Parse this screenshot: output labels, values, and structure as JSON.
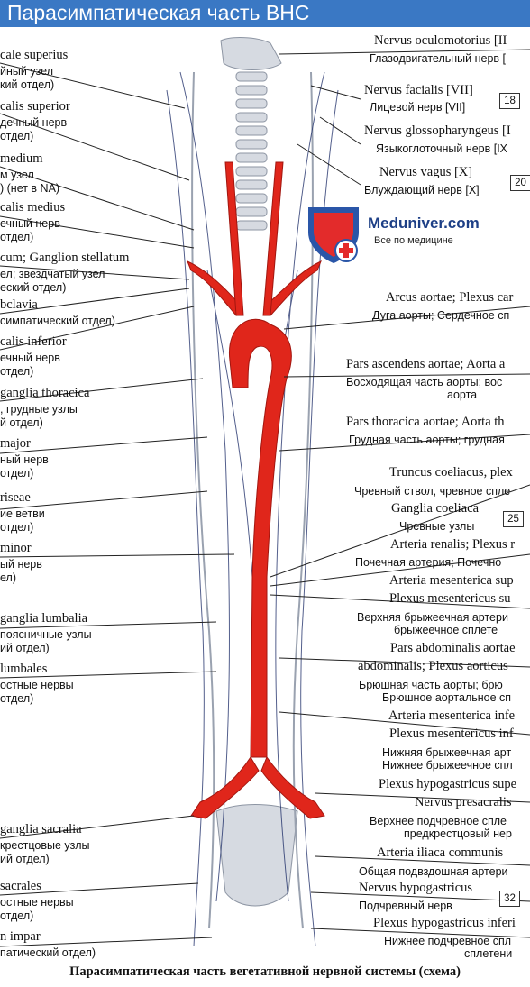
{
  "header": {
    "title": "Парасимпатическая часть ВНС"
  },
  "watermark": {
    "name": "Meduniver.com",
    "tagline": "Все по медицине"
  },
  "left_labels": [
    {
      "id": "l1",
      "latin": "cale superius",
      "ru1": "йный узел",
      "ru2": "кий отдел)"
    },
    {
      "id": "l2",
      "latin": "calis superior",
      "ru1": "дечный нерв",
      "ru2": "отдел)"
    },
    {
      "id": "l3",
      "latin": "medium",
      "ru1": "м узел",
      "ru2": ") (нет в NA)"
    },
    {
      "id": "l4",
      "latin": "calis medius",
      "ru1": "ечный нерв",
      "ru2": "отдел)"
    },
    {
      "id": "l5",
      "latin": "cum; Ganglion stellatum",
      "ru1": "ел; звездчатый узел",
      "ru2": "еский отдел)"
    },
    {
      "id": "l6",
      "latin": "bclavia",
      "ru1": "симпатический отдел)"
    },
    {
      "id": "l7",
      "latin": "calis inferior",
      "ru1": "ечный нерв",
      "ru2": "отдел)"
    },
    {
      "id": "l8",
      "latin": "ganglia thoracica",
      "ru1": ", грудные узлы",
      "ru2": "й отдел)"
    },
    {
      "id": "l9",
      "latin": "major",
      "ru1": "ный нерв",
      "ru2": "отдел)"
    },
    {
      "id": "l10",
      "latin": "riseae",
      "ru1": "ие ветви",
      "ru2": "отдел)"
    },
    {
      "id": "l11",
      "latin": "minor",
      "ru1": "ый нерв",
      "ru2": "ел)"
    },
    {
      "id": "l12",
      "latin": "ganglia lumbalia",
      "ru1": "поясничные узлы",
      "ru2": "ий отдел)"
    },
    {
      "id": "l13",
      "latin": "lumbales",
      "ru1": "остные нервы",
      "ru2": "отдел)"
    },
    {
      "id": "l14",
      "latin": "ganglia sacralia",
      "ru1": "крестцовые узлы",
      "ru2": "ий отдел)"
    },
    {
      "id": "l15",
      "latin": "sacrales",
      "ru1": "остные нервы",
      "ru2": "отдел)"
    },
    {
      "id": "l16",
      "latin": "n impar",
      "ru1": "патический отдел)"
    }
  ],
  "right_labels": [
    {
      "id": "r1",
      "latin": "Nervus oculomotorius [II",
      "ru": "Глазодвигательный нерв ["
    },
    {
      "id": "r2",
      "latin": "Nervus facialis [VII]",
      "ru": "Лицевой нерв [VII]",
      "box": "18"
    },
    {
      "id": "r3",
      "latin": "Nervus glossopharyngeus [I",
      "ru": "Языкоглоточный нерв [IX"
    },
    {
      "id": "r4",
      "latin": "Nervus vagus [X]",
      "ru": "Блуждающий нерв [X]",
      "box": "20"
    },
    {
      "id": "r5",
      "latin": "Arcus aortae; Plexus car",
      "ru": "Дуга аорты; Сердечное сп"
    },
    {
      "id": "r6",
      "latin": "Pars ascendens aortae; Aorta a",
      "ru": "Восходящая часть аорты; вос",
      "ru2": "аорта"
    },
    {
      "id": "r7",
      "latin": "Pars thoracica aortae; Aorta th",
      "ru": "Грудная часть аорты; грудная"
    },
    {
      "id": "r8",
      "latin": "Truncus coeliacus, plex",
      "ru": "Чревный ствол, чревное спле"
    },
    {
      "id": "r9",
      "latin": "Ganglia coeliaca",
      "ru": "Чревные узлы",
      "box": "25"
    },
    {
      "id": "r10",
      "latin": "Arteria renalis; Plexus r",
      "ru": "Почечная артерия; Почечно"
    },
    {
      "id": "r11",
      "latin": "Arteria mesenterica sup",
      "latin2": "Plexus mesentericus su",
      "ru": "Верхняя брыжеечная артери",
      "ru2": "брыжеечное сплете"
    },
    {
      "id": "r12",
      "latin": "Pars abdominalis aortae",
      "latin2": "abdominalis; Plexus aorticus",
      "ru": "Брюшная часть аорты; брю",
      "ru2": "Брюшное аортальное сп"
    },
    {
      "id": "r13",
      "latin": "Arteria mesenterica infe",
      "latin2": "Plexus mesentericus inf",
      "ru": "Нижняя брыжеечная арт",
      "ru2": "Нижнее брыжеечное спл"
    },
    {
      "id": "r14",
      "latin": "Plexus hypogastricus supe",
      "latin2": "Nervus presacralis",
      "ru": "Верхнее подчревное спле",
      "ru2": "предкрестцовый нер"
    },
    {
      "id": "r15",
      "latin": "Arteria iliaca communis",
      "ru": "Общая подвздошная артери"
    },
    {
      "id": "r16",
      "latin": "Nervus hypogastricus",
      "ru": "Подчревный нерв",
      "box": "32"
    },
    {
      "id": "r17",
      "latin": "Plexus hypogastricus inferi",
      "ru": "Нижнее подчревное спл",
      "ru2": "сплетени"
    }
  ],
  "caption": "Парасимпатическая часть вегетативной нервной системы (схема)",
  "colors": {
    "header": "#3a78c4",
    "artery": "#e0261b",
    "nerve": "#1a2a66",
    "bone": "#cfd4dc"
  }
}
